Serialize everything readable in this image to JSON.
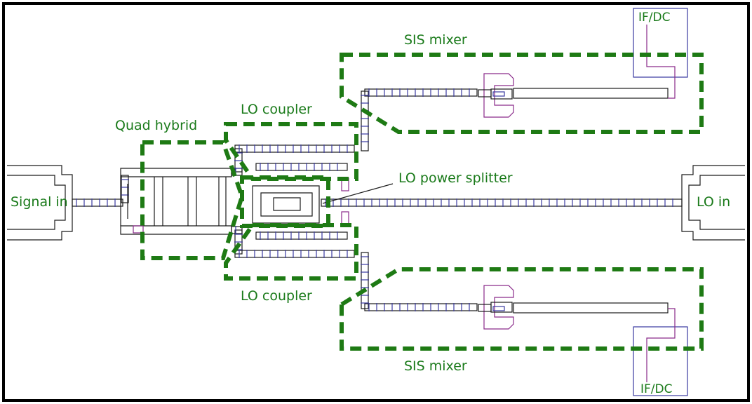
{
  "diagram": {
    "labels": {
      "sis_mixer_top": "SIS mixer",
      "sis_mixer_bottom": "SIS mixer",
      "lo_coupler_top": "LO coupler",
      "lo_coupler_bottom": "LO coupler",
      "quad_hybrid": "Quad hybrid",
      "lo_power_splitter": "LO power splitter",
      "signal_in": "Signal in",
      "lo_in": "LO in",
      "if_dc_top": "IF/DC",
      "if_dc_bottom": "IF/DC"
    },
    "colors": {
      "group_outline": "#1e7a14",
      "label_text": "#1a7a1a",
      "line": "#1b1b1b",
      "via_marks": "#3a3aa0",
      "probe": "#8a2a8a"
    }
  }
}
